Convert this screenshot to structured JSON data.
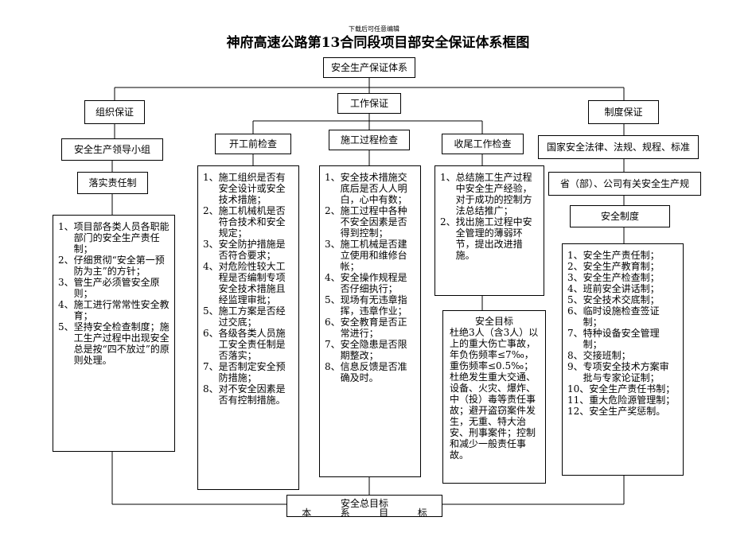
{
  "header": {
    "top_note": "下载后可任意编辑",
    "title": "神府高速公路第13合同段项目部安全保证体系框图"
  },
  "root": {
    "label": "安全生产保证体系"
  },
  "branches": {
    "org": {
      "label": "组织保证"
    },
    "work": {
      "label": "工作保证"
    },
    "system": {
      "label": "制度保证"
    }
  },
  "org": {
    "leader_group": "安全生产领导小组",
    "responsibility": "落实责任制",
    "items": [
      {
        "num": "1、",
        "text": "项目部各类人员各职能部门的安全生产责任制；"
      },
      {
        "num": "2、",
        "text": "仔细贯彻“安全第一预防为主”的方针；"
      },
      {
        "num": "3、",
        "text": "管生产必须管安全原则；"
      },
      {
        "num": "4、",
        "text": "施工进行常常性安全教育；"
      },
      {
        "num": "5、",
        "text": "坚持安全检查制度；施工生产过程中出现安全总是按“四不放过”的原则处理。"
      }
    ]
  },
  "work": {
    "pre": {
      "label": "开工前检查",
      "items": [
        {
          "num": "1、",
          "text": "施工组织是否有安全设计或安全技术措施；"
        },
        {
          "num": "2、",
          "text": "施工机械机是否符合技术和安全规定；"
        },
        {
          "num": "3、",
          "text": "安全防护措施是否符合要求；"
        },
        {
          "num": "4、",
          "text": "对危险性较大工程是否编制专项安全技术措施且经监理审批；"
        },
        {
          "num": "5、",
          "text": "施工方案是否经过交底；"
        },
        {
          "num": "6、",
          "text": "各级各类人员施工安全责任制是否落实；"
        },
        {
          "num": "7、",
          "text": "是否制定安全预防措施；"
        },
        {
          "num": "8、",
          "text": " 对不安全因素是否有控制措施。"
        }
      ]
    },
    "during": {
      "label": "施工过程检查",
      "items": [
        {
          "num": "1、",
          "text": "安全技术措施交底后是否人人明白，心中有数；"
        },
        {
          "num": "2、",
          "text": "施工过程中各种不安全因素是否得到控制；"
        },
        {
          "num": "3、",
          "text": "施工机械是否建立使用和维修台帐；"
        },
        {
          "num": "4、",
          "text": "安全操作规程是否仔细执行；"
        },
        {
          "num": "5、",
          "text": "现场有无违章指挥，违章作业；"
        },
        {
          "num": "6、",
          "text": "安全教育是否正常进行；"
        },
        {
          "num": "7、",
          "text": "安全隐患是否限期整改；"
        },
        {
          "num": "8、",
          "text": "信息反馈是否准确及时。"
        }
      ]
    },
    "final": {
      "label": "收尾工作检查",
      "items": [
        {
          "num": "1、",
          "text": "总结施工生产过程中安全生产经验，对于成功的控制方法总结推广；"
        },
        {
          "num": "2、",
          "text": "找出施工过程中安全管理的薄弱环节，提出改进措施。"
        }
      ],
      "goal_title": "安全目标",
      "goal_text": "杜绝3人（含3人）以上的重大伤亡事故，年负伤频率≤7‰，重伤频率≤0.5‰；杜绝发生重大交通、设备、火灾、爆炸、中（投）毒等责任事故；避开盗窃案件发生，无重、特大治安、刑事案件；控制和减少一般责任事故。"
    }
  },
  "system": {
    "law": "国家安全法律、法规、规程、标准",
    "ministry": "省（部）、公司有关安全生产规",
    "safety_system": "安全制度",
    "items": [
      {
        "num": "1、",
        "text": "安全生产责任制；"
      },
      {
        "num": "2、",
        "text": "安全生产教育制；"
      },
      {
        "num": "3、",
        "text": "安全生产检查制；"
      },
      {
        "num": "4、",
        "text": "班前安全讲话制；"
      },
      {
        "num": "5、",
        "text": "安全技术交底制；"
      },
      {
        "num": "6、",
        "text": "临时设施检查签证制；"
      },
      {
        "num": "7、",
        "text": "特种设备安全管理制；"
      },
      {
        "num": "8、",
        "text": "交接班制；"
      },
      {
        "num": "9、",
        "text": "专项安全技术方案审批与专家论证制；"
      },
      {
        "num": "10、",
        "text": "安全生产责任书制；"
      },
      {
        "num": "11、",
        "text": "重大危险源管理制；"
      },
      {
        "num": "12、",
        "text": "安全生产奖惩制。"
      }
    ]
  },
  "bottom": {
    "label": "安全总目标",
    "cut_chars": [
      "本",
      "系",
      "目",
      "标"
    ]
  }
}
